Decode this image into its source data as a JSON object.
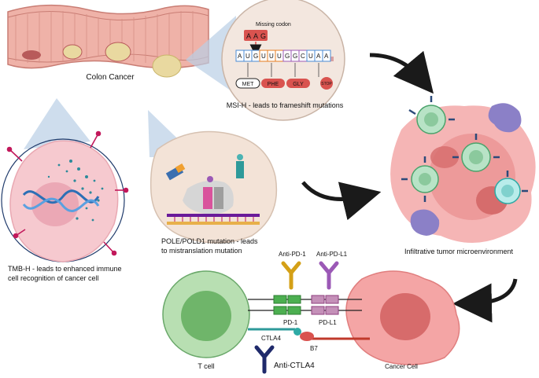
{
  "labels": {
    "colon_cancer": "Colon Cancer",
    "missing_codon": "Missing codon",
    "missing_letters": [
      "A",
      "A",
      "G"
    ],
    "codon_letters": [
      "A",
      "U",
      "G",
      "U",
      "U",
      "U",
      "G",
      "G",
      "C",
      "U",
      "A",
      "A"
    ],
    "amino_acids": [
      "MET",
      "PHE",
      "GLY",
      "STOP"
    ],
    "msi_h": "MSI-H - leads to frameshift mutations",
    "tmb_h_line1": "TMB-H - leads to enhanced immune",
    "tmb_h_line2": "cell recognition of cancer cell",
    "pole_line1": "POLE/POLD1 mutation - leads",
    "pole_line2": "to mistranslation mutation",
    "infiltrative": "Infiltrative tumor microenvironment",
    "anti_pd1": "Anti-PD-1",
    "anti_pdl1": "Anti-PD-L1",
    "pd1": "PD-1",
    "pdl1": "PD-L1",
    "ctla4": "CTLA4",
    "b7": "B7",
    "anti_ctla4": "Anti-CTLA4",
    "t_cell": "T cell",
    "cancer_cell": "Cancer Cell"
  },
  "colors": {
    "colon": "#e8a0a0",
    "cell_pink": "#f4c6c6",
    "tumor_red": "#e58a8a",
    "tcell_green": "#9fd39a",
    "dna_blue": "#2c6fb5",
    "arrow": "#1a1a1a",
    "pd1_green": "#4caf50",
    "pdl1_purple": "#9b59b6",
    "antibody_gold": "#d4a017",
    "antibody_navy": "#1f2a6b",
    "magenta": "#c2185b"
  }
}
